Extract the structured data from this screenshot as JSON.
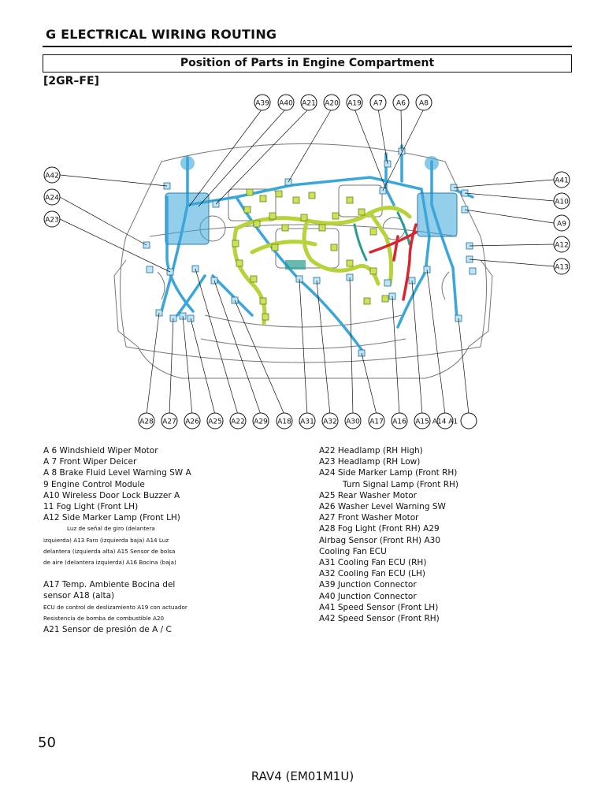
{
  "header": {
    "section_title": "G ELECTRICAL WIRING ROUTING",
    "boxed_title": "Position of Parts in Engine Compartment",
    "variant": "[2GR–FE]"
  },
  "diagram": {
    "top_callouts": [
      "A39",
      "A40",
      "A21",
      "A20",
      "A19",
      "A7",
      "A6",
      "A8"
    ],
    "left_callouts": [
      "A42",
      "A24",
      "A23"
    ],
    "right_callouts": [
      "A41",
      "A10",
      "A9",
      "A12",
      "A13"
    ],
    "bottom_callouts": [
      "A28",
      "A27",
      "A26",
      "A25",
      "A22",
      "A29",
      "A18",
      "A31",
      "A32",
      "A30",
      "A17",
      "A16",
      "A15",
      "A14 A1",
      ""
    ],
    "colors": {
      "harness_blue": "#3aa6d9",
      "connector_green": "#b6d33a",
      "harness_red": "#d8262e",
      "harness_teal": "#2a9b8f",
      "outline": "#666666"
    }
  },
  "legend": {
    "left": [
      {
        "text": "A 6 Windshield Wiper Motor",
        "style": "normal"
      },
      {
        "text": "A 7 Front Wiper Deicer",
        "style": "normal"
      },
      {
        "text": "A 8 Brake Fluid Level Warning SW A",
        "style": "normal"
      },
      {
        "text": "9 Engine Control Module",
        "style": "normal"
      },
      {
        "text": "A10 Wireless Door Lock Buzzer A",
        "style": "normal"
      },
      {
        "text": "11 Fog Light (Front LH)",
        "style": "normal"
      },
      {
        "text": "A12 Side Marker Lamp (Front LH)",
        "style": "normal"
      },
      {
        "text": "Luz de señal de giro (delantera",
        "style": "small-indent"
      },
      {
        "text": "izquierda) A13 Faro (izquierda baja) A14 Luz",
        "style": "small"
      },
      {
        "text": "delantera (izquierda alta) A15 Sensor de bolsa",
        "style": "small"
      },
      {
        "text": "de aire (delantera izquierda) A16 Bocina (baja)",
        "style": "small"
      },
      {
        "text": "",
        "style": "gap"
      },
      {
        "text": "A17 Temp. Ambiente Bocina del",
        "style": "normal"
      },
      {
        "text": "sensor A18 (alta)",
        "style": "normal"
      },
      {
        "text": "ECU de control de deslizamiento A19 con actuador",
        "style": "small"
      },
      {
        "text": "Resistencia de bomba de combustible A20",
        "style": "small"
      },
      {
        "text": "A21 Sensor de presión de A / C",
        "style": "normal"
      }
    ],
    "right": [
      {
        "text": "A22 Headlamp (RH High)",
        "style": "normal"
      },
      {
        "text": "A23 Headlamp (RH Low)",
        "style": "normal"
      },
      {
        "text": "A24 Side Marker Lamp (Front RH)",
        "style": "normal"
      },
      {
        "text": "Turn Signal Lamp (Front RH)",
        "style": "indent"
      },
      {
        "text": "A25 Rear Washer Motor",
        "style": "normal"
      },
      {
        "text": "A26 Washer Level Warning SW",
        "style": "normal"
      },
      {
        "text": "A27 Front Washer Motor",
        "style": "normal"
      },
      {
        "text": "A28 Fog Light (Front RH) A29",
        "style": "normal"
      },
      {
        "text": "Airbag Sensor (Front RH) A30",
        "style": "normal"
      },
      {
        "text": "Cooling Fan ECU",
        "style": "normal"
      },
      {
        "text": "A31 Cooling Fan ECU (RH)",
        "style": "normal"
      },
      {
        "text": "A32 Cooling Fan ECU (LH)",
        "style": "normal"
      },
      {
        "text": "A39 Junction Connector",
        "style": "normal"
      },
      {
        "text": "A40 Junction Connector",
        "style": "normal"
      },
      {
        "text": "A41 Speed Sensor (Front LH)",
        "style": "normal"
      },
      {
        "text": "A42 Speed Sensor (Front RH)",
        "style": "normal"
      }
    ]
  },
  "footer": {
    "page_number": "50",
    "model": "RAV4 (EM01M1U)"
  }
}
